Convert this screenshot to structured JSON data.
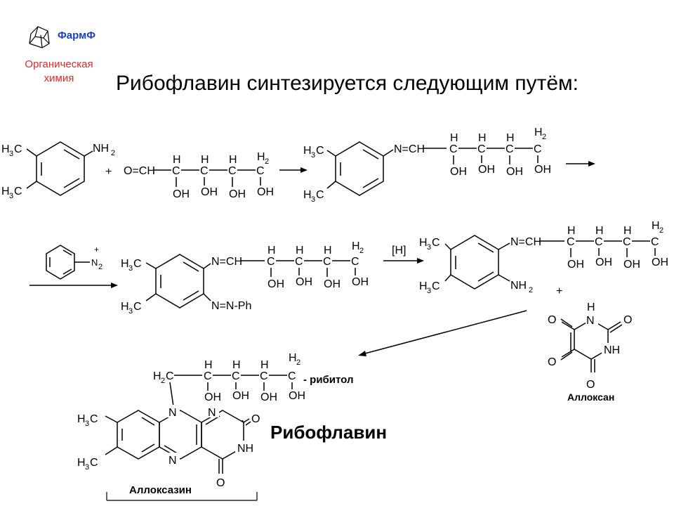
{
  "header": {
    "logo_name": "ФармФ",
    "logo_line1": "Органическая",
    "logo_line2": "химия"
  },
  "title": "Рибофлавин синтезируется следующим путём:",
  "captions": {
    "riboflavin": "Рибофлавин",
    "alloxan": "Аллоксан",
    "alloxazine": "Аллоксазин",
    "ribitol": "- рибитол"
  },
  "atoms": {
    "h": "H",
    "c": "C",
    "oh": "OH",
    "nh": "NH",
    "n": "N",
    "o": "O",
    "h2": "H",
    "sub2": "2",
    "sub3": "3",
    "plus": "+",
    "aldehyde": "O=CH",
    "imine": "N=CH",
    "azo": "N=N-Ph",
    "nh2": "NH",
    "n2_plus": "+",
    "reduction": "[H]"
  },
  "colors": {
    "logo_name": "#1a3fc4",
    "logo_sub": "#e0282e"
  }
}
